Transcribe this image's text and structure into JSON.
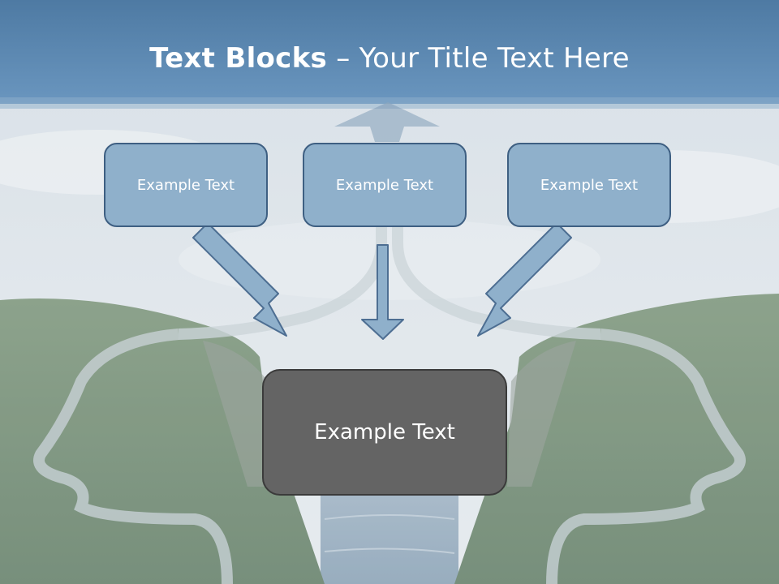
{
  "slide": {
    "title_bold": "Text Blocks",
    "title_rest": " – Your Title Text Here"
  },
  "boxes": {
    "left": "Example Text",
    "middle": "Example Text",
    "right": "Example Text",
    "center": "Example Text"
  },
  "colors": {
    "header_top": "#4e7aa3",
    "header_bottom": "#6a96bf",
    "box_fill": "#8fb0cb",
    "box_border": "#3e5f82",
    "arrow_fill": "#8fb0cb",
    "arrow_border": "#4d6e92",
    "center_fill": "#646464",
    "center_border": "#3b3b3b",
    "grass": "#6e8870"
  }
}
